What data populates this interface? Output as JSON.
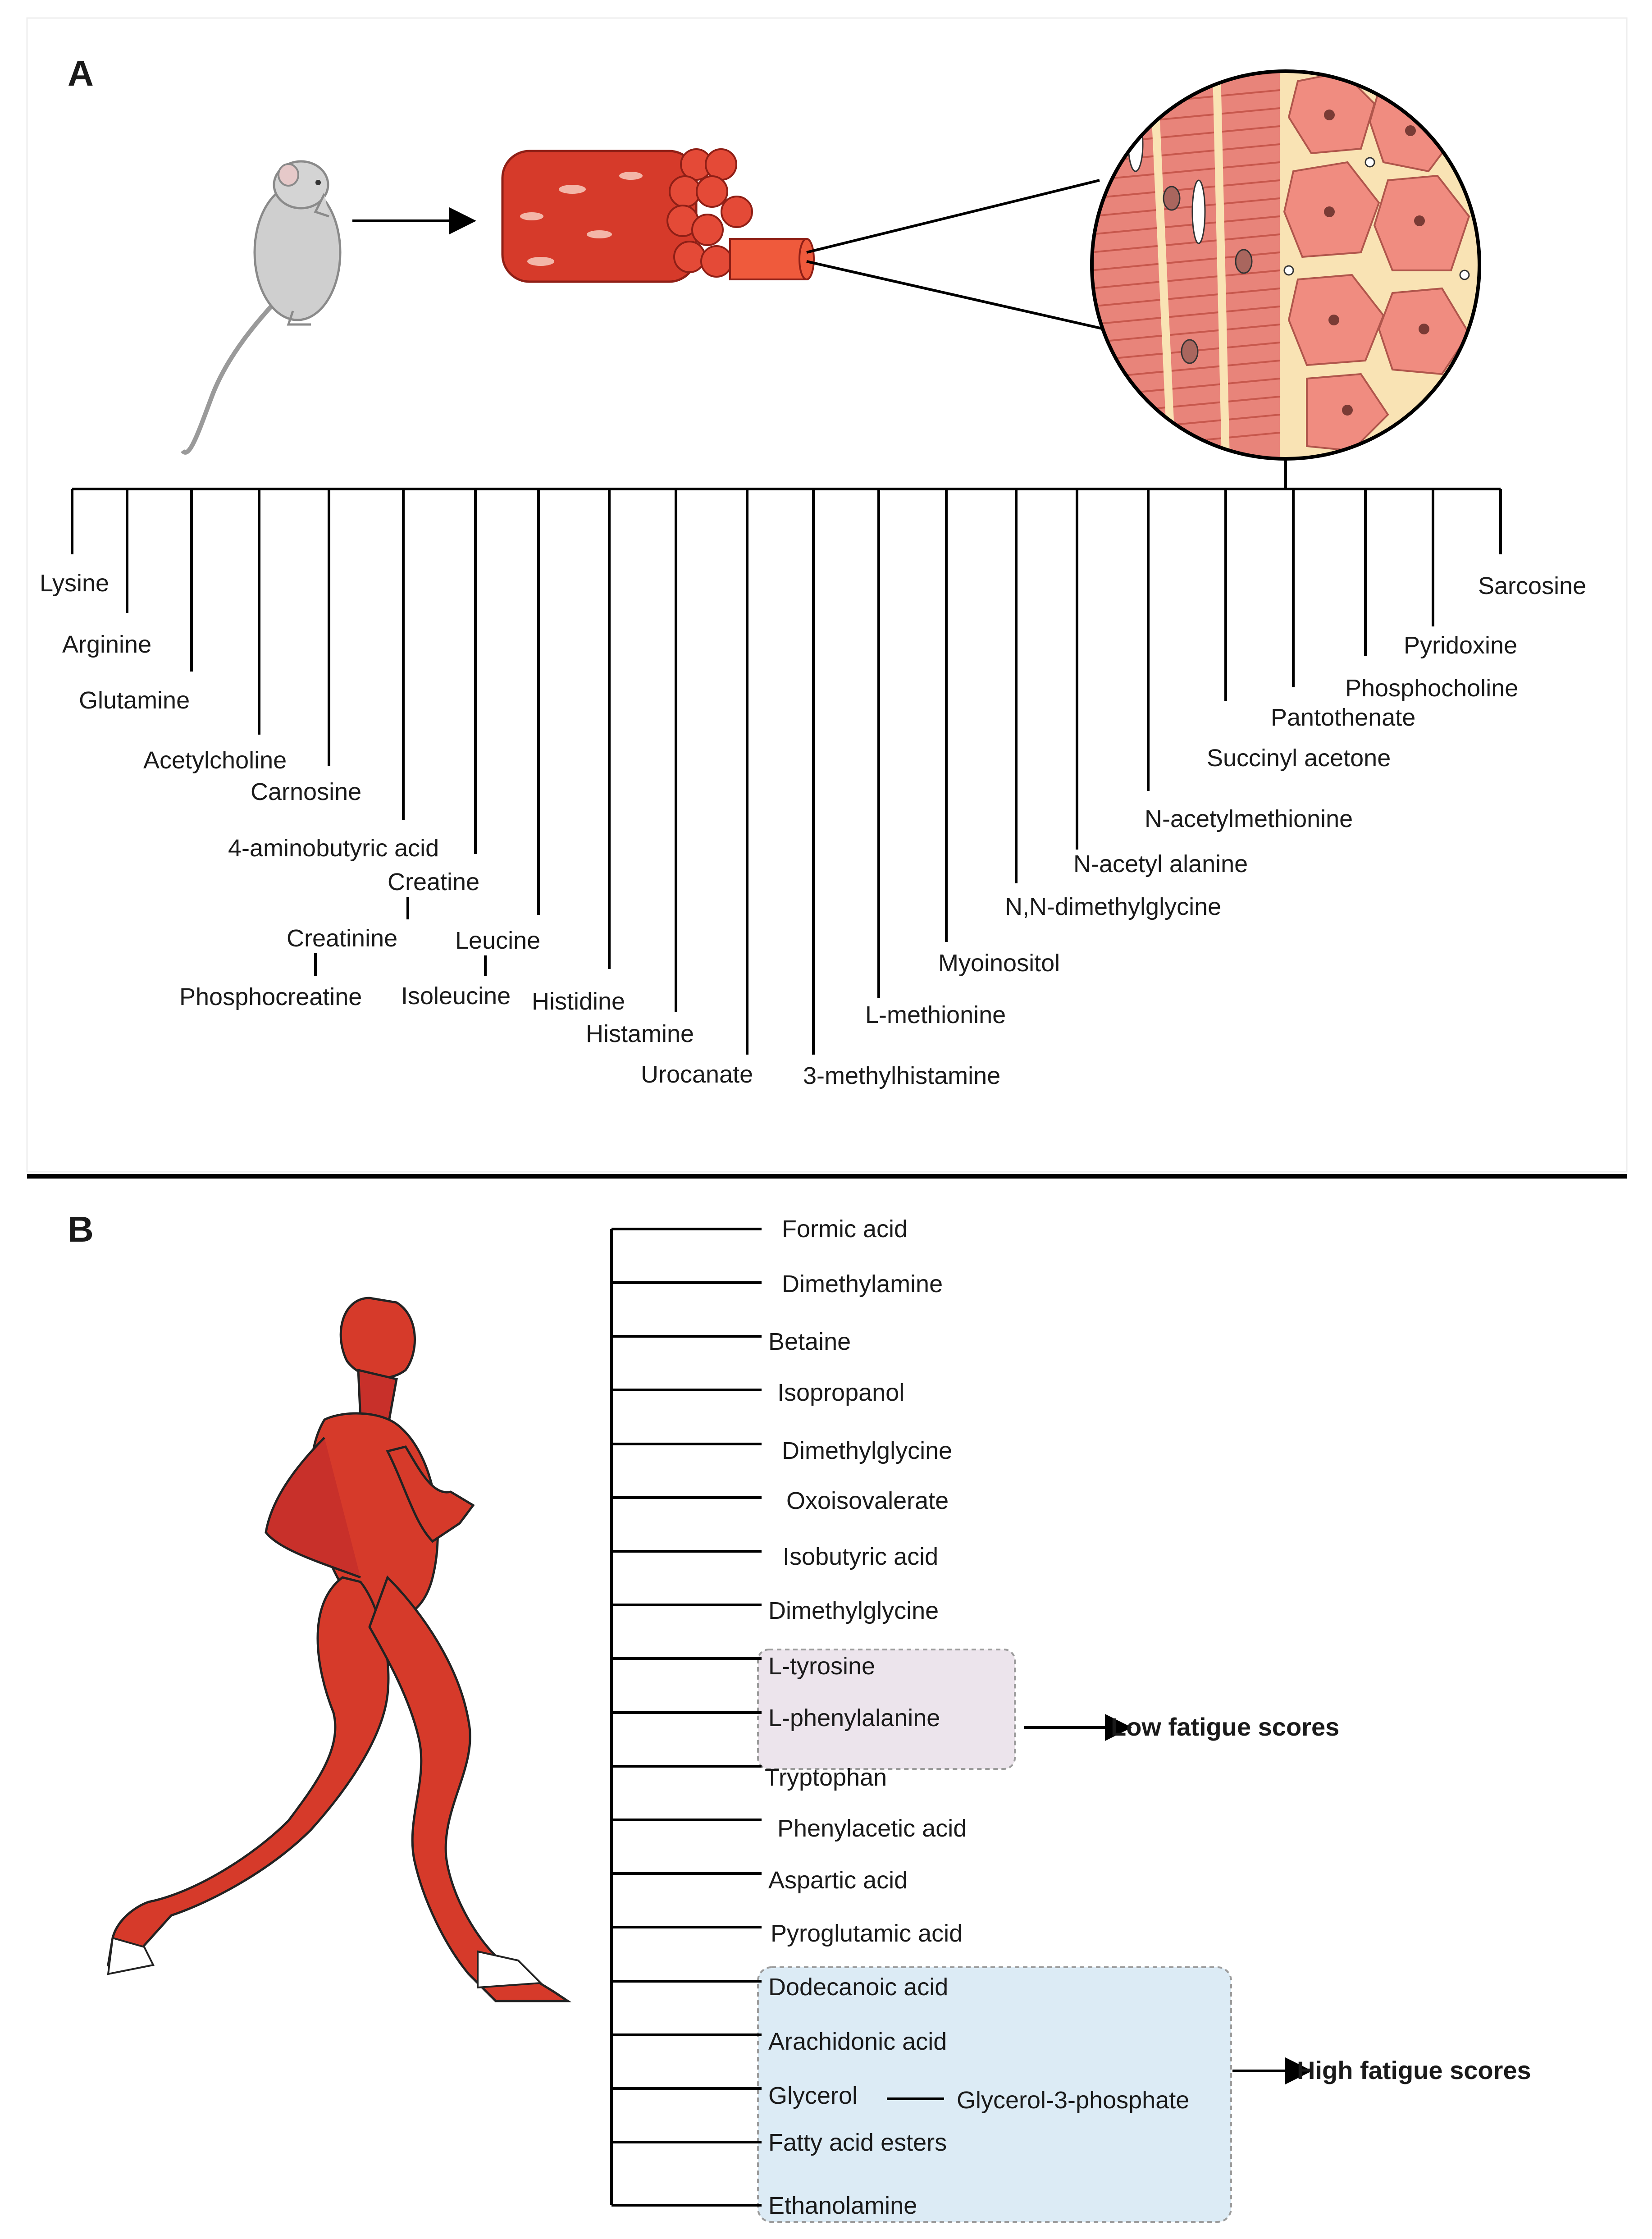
{
  "panel_a": {
    "letter": "A",
    "metabolites": [
      "Lysine",
      "Arginine",
      "Glutamine",
      "Acetylcholine",
      "Carnosine",
      "4-aminobutyric acid",
      "Creatine",
      "Creatinine",
      "Phosphocreatine",
      "Leucine",
      "Isoleucine",
      "Histidine",
      "Histamine",
      "Urocanate",
      "3-methylhistamine",
      "L-methionine",
      "Myoinositol",
      "N,N-dimethylglycine",
      "N-acetyl alanine",
      "N-acetylmethionine",
      "Succinyl acetone",
      "Pantothenate",
      "Phosphocholine",
      "Pyridoxine",
      "Sarcosine"
    ]
  },
  "panel_b": {
    "letter": "B",
    "metabolites": [
      "Formic acid",
      "Dimethylamine",
      "Betaine",
      "Isopropanol",
      "Dimethylglycine",
      "Oxoisovalerate",
      "Isobutyric acid",
      "Dimethylglycine",
      "L-tyrosine",
      "L-phenylalanine",
      "Tryptophan",
      "Phenylacetic acid",
      "Aspartic acid",
      "Pyroglutamic acid",
      "Dodecanoic acid",
      "Arachidonic acid",
      "Glycerol",
      "Fatty acid esters",
      "Ethanolamine"
    ],
    "glycerol_link": "Glycerol-3-phosphate",
    "low_group_label": "Low fatigue scores",
    "high_group_label": "High fatigue scores",
    "low_group_color": "#ece4ec",
    "high_group_color": "#dcebf5"
  },
  "colors": {
    "muscle_red": "#d63a2a",
    "muscle_dark": "#a8261c",
    "tissue_pink": "#f08c80",
    "fat_cream": "#f9e3b4"
  }
}
